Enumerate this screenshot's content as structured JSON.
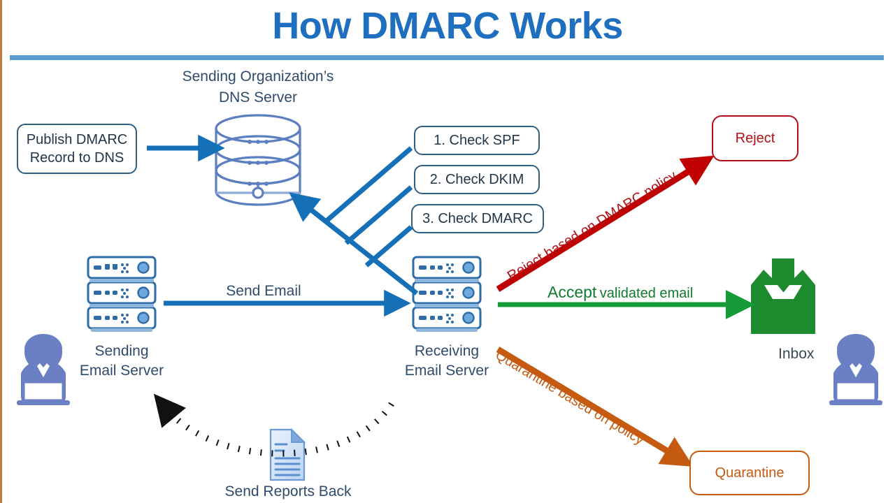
{
  "page": {
    "title": "How DMARC Works",
    "accent_blue": "#1F6FC0",
    "rule_blue": "#5B9BD5",
    "reject_red": "#B01116",
    "accept_green": "#127A2E",
    "quarantine_orange": "#C55A11",
    "node_navy": "#2E5E82",
    "icon_blue": "#5B7FC0",
    "person_blue": "#6A7FC4"
  },
  "nodes": {
    "publish_box": "Publish DMARC\nRecord to DNS",
    "dns_label_line1": "Sending Organization’s",
    "dns_label_line2": "DNS Server",
    "dns_icon": "database-cylinder-icon",
    "sending_server_line1": "Sending",
    "sending_server_line2": "Email Server",
    "sending_server_icon": "server-rack-icon",
    "receiving_server_line1": "Receiving",
    "receiving_server_line2": "Email Server",
    "receiving_server_icon": "server-rack-icon",
    "sender_person_icon": "person-at-laptop-icon",
    "recipient_person_icon": "person-at-laptop-icon",
    "report_doc_icon": "document-icon",
    "inbox_icon": "inbox-tray-icon",
    "inbox_label": "Inbox"
  },
  "checks": [
    {
      "label": "1. Check SPF"
    },
    {
      "label": "2. Check DKIM"
    },
    {
      "label": "3. Check DMARC"
    }
  ],
  "outcomes": [
    {
      "label": "Reject",
      "color": "#B01116"
    },
    {
      "label": "Quarantine",
      "color": "#C55A11"
    }
  ],
  "flows": {
    "publish_to_dns": "",
    "send_email": "Send Email",
    "reject_caption": "Reject based on DMARC policy",
    "accept_caption_strong": "Accept",
    "accept_caption_rest": "validated email",
    "quarantine_caption": "Quarantine based on policy",
    "reports_caption": "Send Reports Back"
  }
}
